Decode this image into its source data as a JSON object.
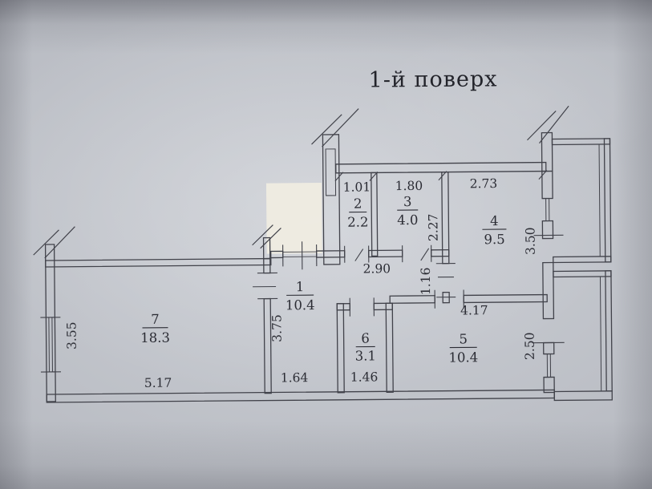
{
  "title": "1-й поверх",
  "rooms": {
    "r1": {
      "number": "1",
      "area": "10.4"
    },
    "r2": {
      "number": "2",
      "area": "2.2"
    },
    "r3": {
      "number": "3",
      "area": "4.0"
    },
    "r4": {
      "number": "4",
      "area": "9.5"
    },
    "r5": {
      "number": "5",
      "area": "10.4"
    },
    "r6": {
      "number": "6",
      "area": "3.1"
    },
    "r7": {
      "number": "7",
      "area": "18.3"
    }
  },
  "dims": {
    "top_seg1": "1.01",
    "top_seg2": "1.80",
    "top_seg3": "2.73",
    "room3_h": "2.27",
    "room4_h": "3.50",
    "hall_w": "2.90",
    "passage_w": "1.16",
    "room5_w": "4.17",
    "room5_h": "2.50",
    "room7_h": "3.55",
    "hall_h": "3.75",
    "room7_w": "5.17",
    "hall_low_w": "1.64",
    "room6_w": "1.46"
  },
  "colors": {
    "paper": "#b6b9c0",
    "ink": "#41424a",
    "patch": "#efece2"
  }
}
